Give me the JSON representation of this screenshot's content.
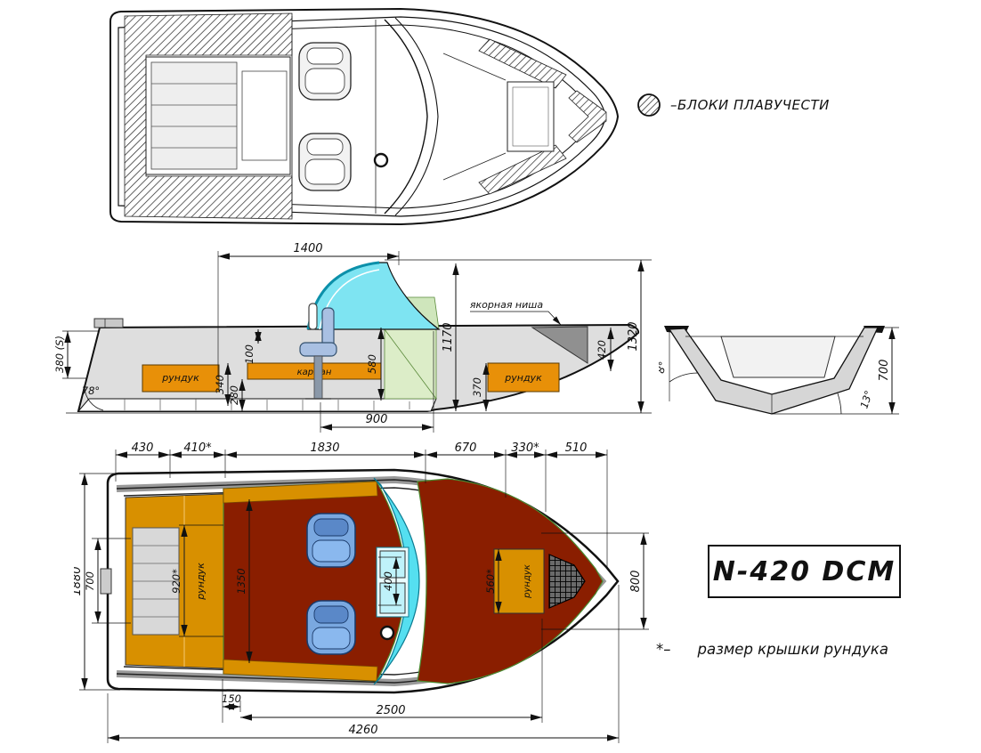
{
  "legend": {
    "label": "–БЛОКИ ПЛАВУЧЕСТИ"
  },
  "title": {
    "model": "N-420 DCM"
  },
  "footnote": {
    "marker": "*–",
    "text": "размер крышки рундука"
  },
  "side": {
    "dims": {
      "w1400": "1400",
      "h1170": "1170",
      "h1320": "1320",
      "s380": "380 (S)",
      "a78": "78°",
      "h100": "100",
      "h340": "340",
      "h280": "280",
      "h580": "580",
      "h370": "370",
      "h420": "420",
      "w900": "900"
    },
    "labels": {
      "anchor_niche": "якорная ниша",
      "locker_left": "рундук",
      "pocket": "карман",
      "locker_right": "рундук"
    }
  },
  "transom": {
    "dims": {
      "a8": "8°",
      "a13": "13°",
      "h700": "700"
    }
  },
  "plan": {
    "dims_top": [
      "430",
      "410*",
      "1830",
      "670",
      "330*",
      "510"
    ],
    "dims_left": {
      "h1880": "1880",
      "h700": "700",
      "h920": "920*",
      "h1350": "1350"
    },
    "dims_mid": {
      "h400": "400",
      "h560": "560*",
      "h800": "800"
    },
    "dims_bottom": {
      "w150": "150",
      "w2500": "2500",
      "w4260": "4260"
    },
    "labels": {
      "locker_stern": "рундук",
      "locker_bow": "рундук"
    }
  }
}
